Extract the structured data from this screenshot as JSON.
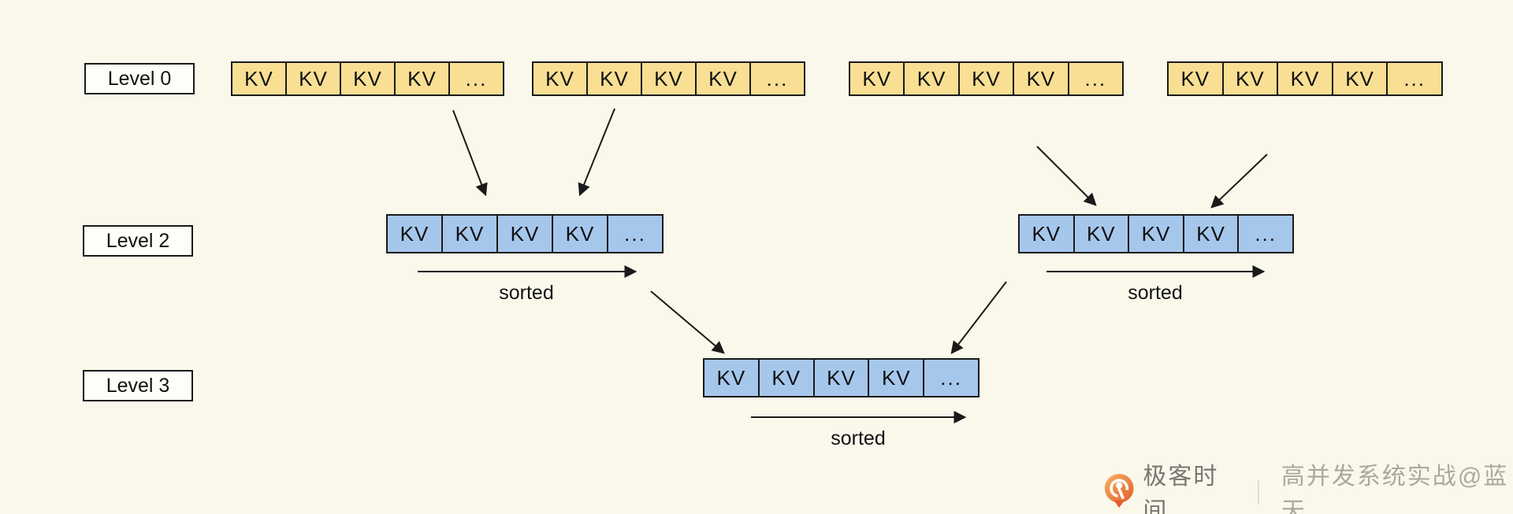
{
  "colors": {
    "background": "#FAF8EB",
    "level0_fill": "#F8DF94",
    "merged_fill": "#A6C7EC",
    "line": "#1A1A1A",
    "logo_orange_top": "#F7B267",
    "logo_orange_bottom": "#E25C26"
  },
  "levels": [
    {
      "label": "Level 0"
    },
    {
      "label": "Level 2"
    },
    {
      "label": "Level 3"
    }
  ],
  "arrays": {
    "level0": [
      {
        "cells": [
          "KV",
          "KV",
          "KV",
          "KV",
          "..."
        ]
      },
      {
        "cells": [
          "KV",
          "KV",
          "KV",
          "KV",
          "..."
        ]
      },
      {
        "cells": [
          "KV",
          "KV",
          "KV",
          "KV",
          "..."
        ]
      },
      {
        "cells": [
          "KV",
          "KV",
          "KV",
          "KV",
          "..."
        ]
      }
    ],
    "level2": [
      {
        "cells": [
          "KV",
          "KV",
          "KV",
          "KV",
          "..."
        ],
        "sorted_label": "sorted"
      },
      {
        "cells": [
          "KV",
          "KV",
          "KV",
          "KV",
          "..."
        ],
        "sorted_label": "sorted"
      }
    ],
    "level3": [
      {
        "cells": [
          "KV",
          "KV",
          "KV",
          "KV",
          "..."
        ],
        "sorted_label": "sorted"
      }
    ]
  },
  "watermark": {
    "brand": "极客时间",
    "divider": "｜",
    "credit": "高并发系统实战@蓝天"
  }
}
